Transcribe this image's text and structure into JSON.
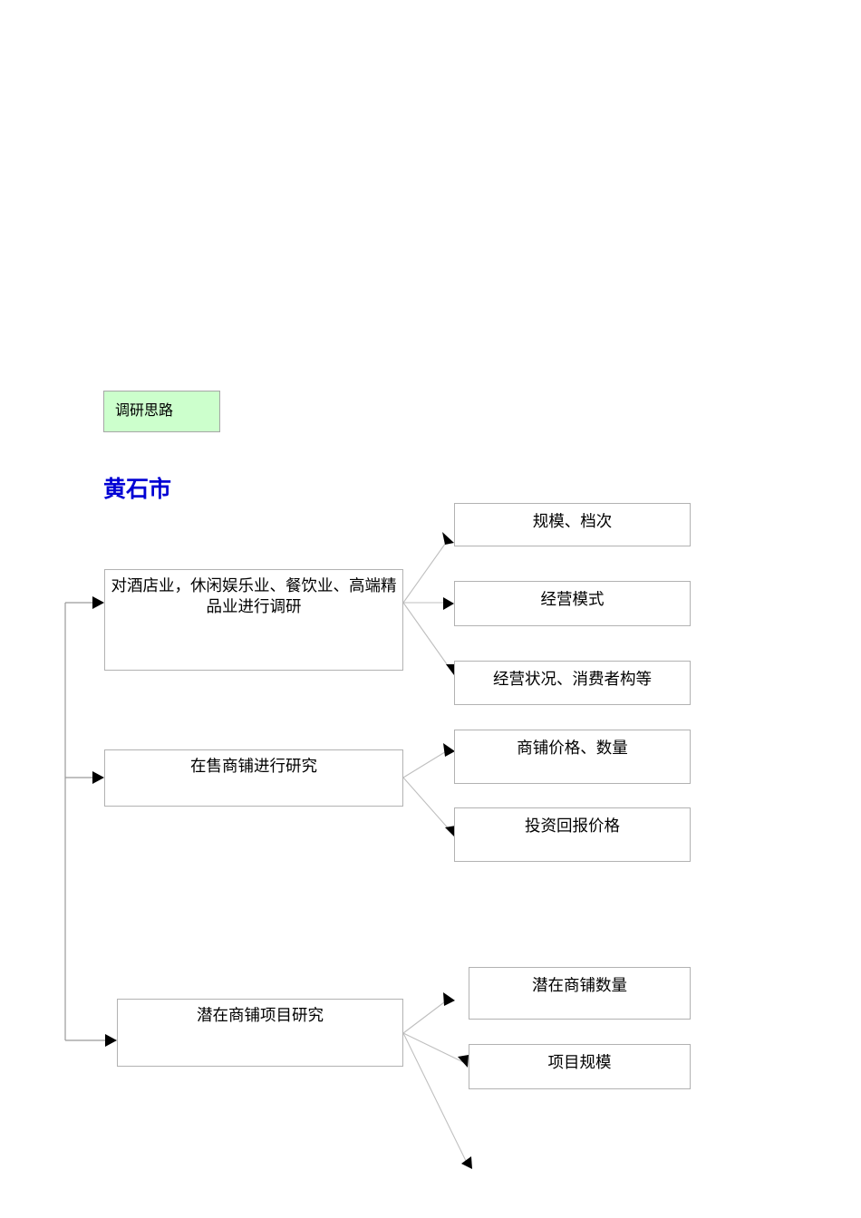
{
  "document": {
    "legend": {
      "label": "调研思路",
      "fill_color": "#ccffcc",
      "border_color": "#a6a6a6"
    },
    "heading": {
      "text": "黄石市",
      "color": "#0000d4"
    },
    "branches": [
      {
        "id": "branch-1",
        "main_label": "对酒店业，休闲娱乐业、餐饮业、高端精品业进行调研",
        "leaves": [
          {
            "id": "leaf-1-1",
            "label": "规模、档次"
          },
          {
            "id": "leaf-1-2",
            "label": "经营模式"
          },
          {
            "id": "leaf-1-3",
            "label": "经营状况、消费者构等"
          }
        ]
      },
      {
        "id": "branch-2",
        "main_label": "在售商铺进行研究",
        "leaves": [
          {
            "id": "leaf-2-1",
            "label": "商铺价格、数量"
          },
          {
            "id": "leaf-2-2",
            "label": "投资回报价格"
          }
        ]
      },
      {
        "id": "branch-3",
        "main_label": "潜在商铺项目研究",
        "leaves": [
          {
            "id": "leaf-3-1",
            "label": "潜在商铺数量"
          },
          {
            "id": "leaf-3-2",
            "label": "项目规模"
          }
        ]
      }
    ]
  }
}
